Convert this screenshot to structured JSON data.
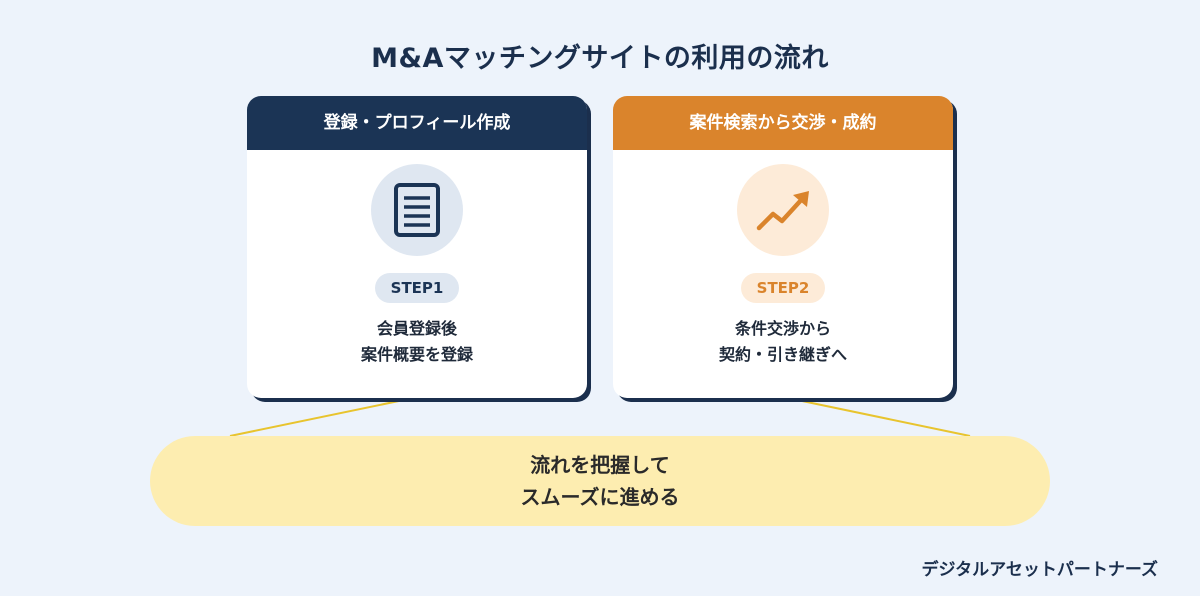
{
  "title": "M&Aマッチングサイトの利用の流れ",
  "steps": [
    {
      "header": "登録・プロフィール作成",
      "icon": "document-icon",
      "step_label": "STEP1",
      "desc_line1": "会員登録後",
      "desc_line2": "案件概要を登録",
      "color": "#1b3455"
    },
    {
      "header": "案件検索から交渉・成約",
      "icon": "trend-up-icon",
      "step_label": "STEP2",
      "desc_line1": "条件交渉から",
      "desc_line2": "契約・引き継ぎへ",
      "color": "#da842c"
    }
  ],
  "summary": {
    "line1": "流れを把握して",
    "line2": "スムーズに進める"
  },
  "brand": "デジタルアセットパートナーズ"
}
